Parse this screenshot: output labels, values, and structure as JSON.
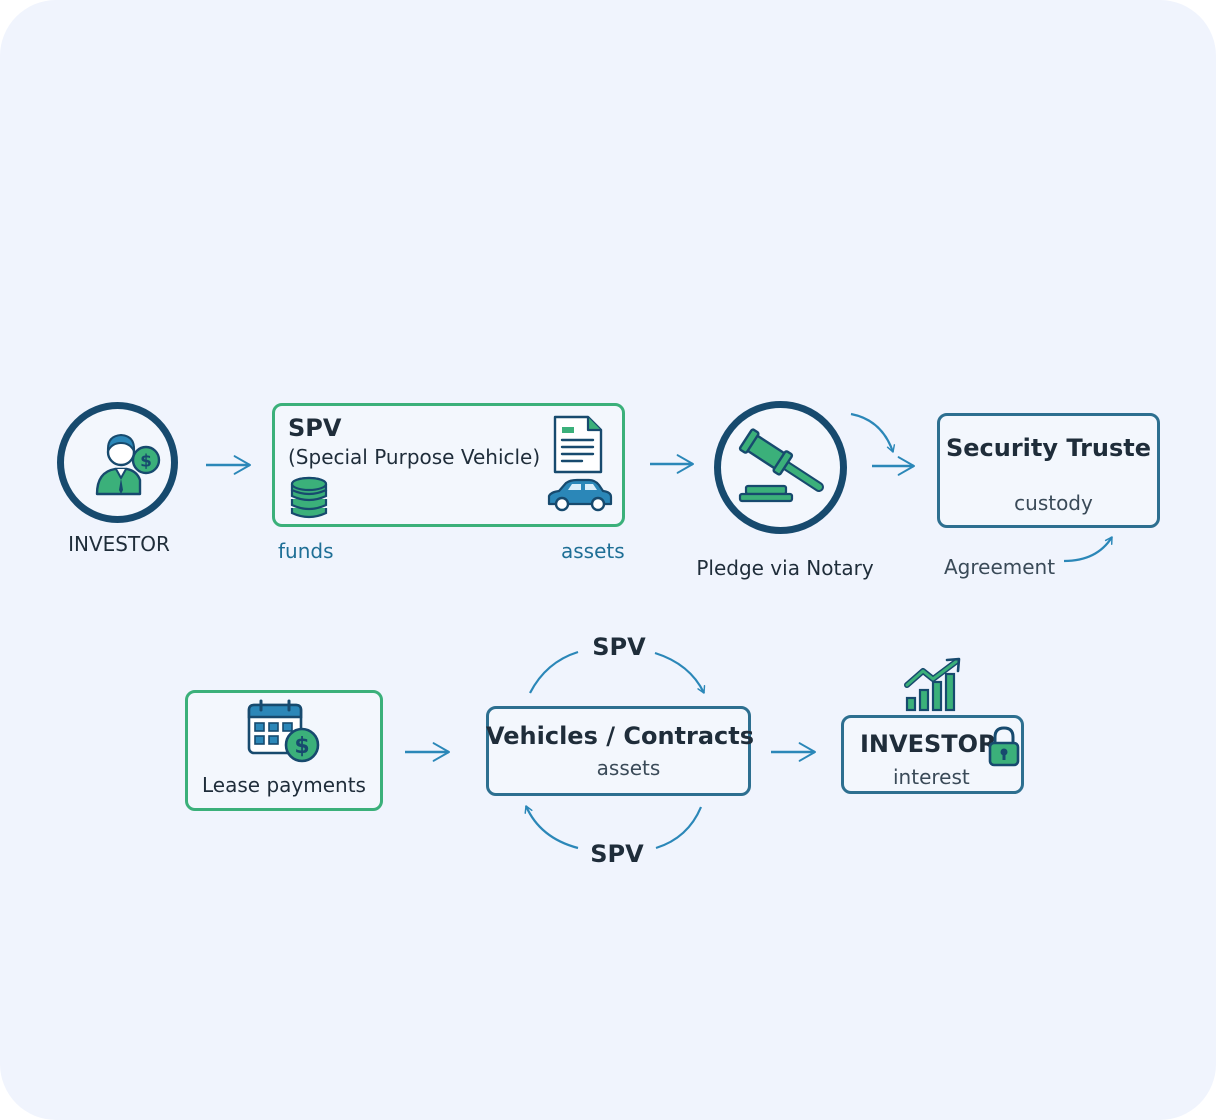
{
  "colors": {
    "background": "#f0f4fd",
    "navy": "#174a6e",
    "green": "#3bb07a",
    "arrow_blue": "#2b87b8",
    "text": "#1f2d3a"
  },
  "row1": {
    "investor": {
      "label": "INVESTOR",
      "icon": "investor-with-dollar-icon"
    },
    "spv": {
      "title": "SPV",
      "subtitle": "(Special Purpose Vehicle)",
      "funds_label": "funds",
      "assets_label": "assets",
      "icons": [
        "coin-stack-icon",
        "document-icon",
        "car-icon"
      ]
    },
    "pledge": {
      "label": "Pledge via Notary",
      "icon": "gavel-icon"
    },
    "security_trustee": {
      "title": "Security Truste",
      "subtitle": "custody",
      "agreement_label": "Agreement"
    }
  },
  "row2": {
    "lease": {
      "label": "Lease payments",
      "icon": "calendar-dollar-icon"
    },
    "vehicles": {
      "title": "Vehicles / Contracts",
      "subtitle": "assets",
      "top_label": "SPV",
      "bottom_label": "SPV"
    },
    "investor": {
      "title": "INVESTOR",
      "subtitle": "interest",
      "icons": [
        "growth-chart-icon",
        "padlock-icon"
      ]
    }
  }
}
